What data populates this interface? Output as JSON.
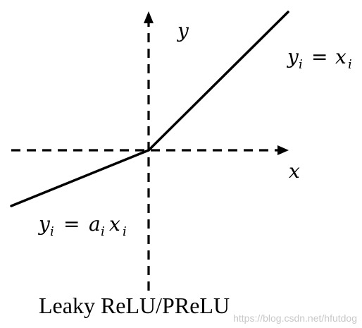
{
  "diagram": {
    "axis_x_label": "x",
    "axis_y_label": "y",
    "positive_branch_formula": {
      "lhs": "y",
      "lhs_sub": "i",
      "eq": "=",
      "rhs": "x",
      "rhs_sub": "i"
    },
    "negative_branch_formula": {
      "lhs": "y",
      "lhs_sub": "i",
      "eq": "=",
      "coef": "a",
      "coef_sub": "i",
      "var": "x",
      "var_sub": "i"
    },
    "caption": "Leaky ReLU/PReLU",
    "watermark": "https://blog.csdn.net/hfutdog"
  }
}
